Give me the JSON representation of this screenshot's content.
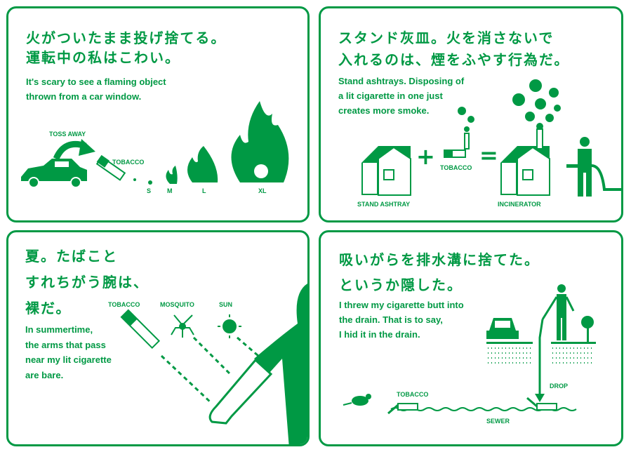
{
  "accent": "#009944",
  "panels": [
    {
      "heading": [
        "火がついたまま投げ捨てる。",
        "運転中の私はこわい。"
      ],
      "body": [
        "It's scary to see a flaming object",
        "thrown from a car window."
      ],
      "labels": {
        "toss": "TOSS AWAY",
        "tobacco": "TOBACCO",
        "s": "S",
        "m": "M",
        "l": "L",
        "xl": "XL"
      }
    },
    {
      "heading": [
        "スタンド灰皿。火を消さないで",
        "入れるのは、煙をふやす行為だ。"
      ],
      "body": [
        "Stand ashtrays. Disposing of",
        "a lit cigarette in one just",
        "creates more smoke."
      ],
      "labels": {
        "tobacco": "TOBACCO",
        "stand": "STAND ASHTRAY",
        "incinerator": "INCINERATOR",
        "plus": "+",
        "equals": "="
      }
    },
    {
      "heading": [
        "夏。たばこと",
        "すれちがう腕は、",
        "裸だ。"
      ],
      "body": [
        "In summertime,",
        "the arms that pass",
        "near my lit cigarette",
        "are bare."
      ],
      "labels": {
        "tobacco": "TOBACCO",
        "mosquito": "MOSQUITO",
        "sun": "SUN"
      }
    },
    {
      "heading": [
        "吸いがらを排水溝に捨てた。",
        "というか隠した。"
      ],
      "body": [
        "I threw my cigarette butt into",
        "the drain. That is to say,",
        "I hid it in the drain."
      ],
      "labels": {
        "tobacco": "TOBACCO",
        "drop": "DROP",
        "sewer": "SEWER"
      }
    }
  ]
}
